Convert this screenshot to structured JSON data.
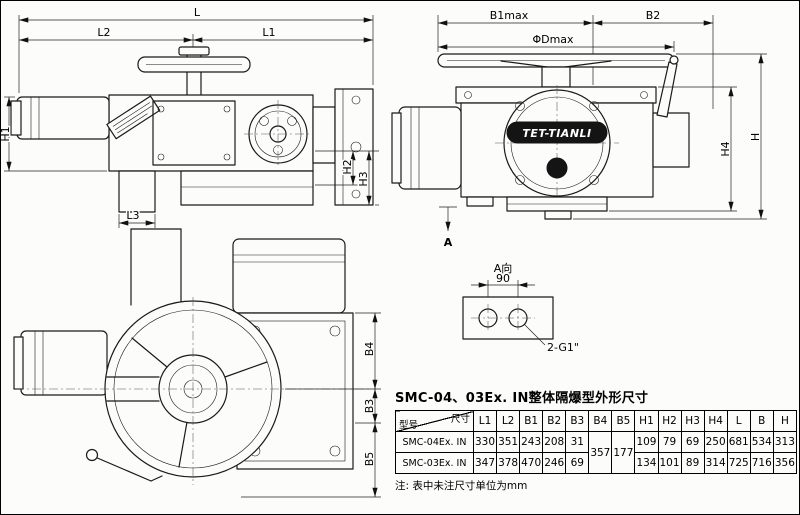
{
  "labels": {
    "L": "L",
    "L1": "L1",
    "L2": "L2",
    "L3": "L3",
    "H1": "H1",
    "H2": "H2",
    "H3": "H3",
    "B1max": "B1max",
    "B2": "B2",
    "phiDmax": "ΦDmax",
    "H4": "H4",
    "H": "H",
    "B3": "B3",
    "B4": "B4",
    "B5": "B5",
    "A": "A",
    "A_view": "A向",
    "hole_spacing": "90",
    "thread": "2-G1\"",
    "brand": "TET-TIANLI"
  },
  "table": {
    "title": "SMC-04、03Ex. IN整体隔爆型外形尺寸",
    "corner_top_right": "尺寸",
    "corner_bottom_left": "型号",
    "columns": [
      "L1",
      "L2",
      "B1",
      "B2",
      "B3",
      "B4",
      "B5",
      "H1",
      "H2",
      "H3",
      "H4",
      "L",
      "B",
      "H"
    ],
    "rows": [
      {
        "model": "SMC-04Ex. IN",
        "values": [
          "330",
          "351",
          "243",
          "208",
          "31",
          "357",
          "177",
          "109",
          "79",
          "69",
          "250",
          "681",
          "534",
          "313"
        ]
      },
      {
        "model": "SMC-03Ex. IN",
        "values": [
          "347",
          "378",
          "470",
          "246",
          "69",
          "134",
          "101",
          "89",
          "314",
          "725",
          "716",
          "356"
        ]
      }
    ],
    "note": "注: 表中未注尺寸单位为mm"
  }
}
